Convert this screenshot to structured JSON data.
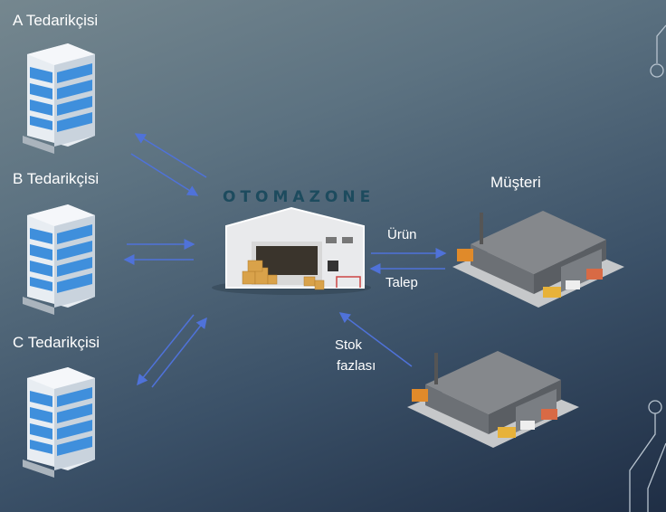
{
  "suppliers": [
    {
      "label": "A Tedarikçisi"
    },
    {
      "label": "B Tedarikçisi"
    },
    {
      "label": "C Tedarikçisi"
    }
  ],
  "hub": {
    "logo_text": "OTOMAZONE"
  },
  "customer": {
    "label": "Müşteri"
  },
  "flows": {
    "product_label": "Ürün",
    "demand_label": "Talep",
    "surplus_label_line1": "Stok",
    "surplus_label_line2": "fazlası"
  },
  "colors": {
    "arrow": "#4f72d9",
    "text": "#ffffff",
    "logo": "#1d4b5e"
  }
}
